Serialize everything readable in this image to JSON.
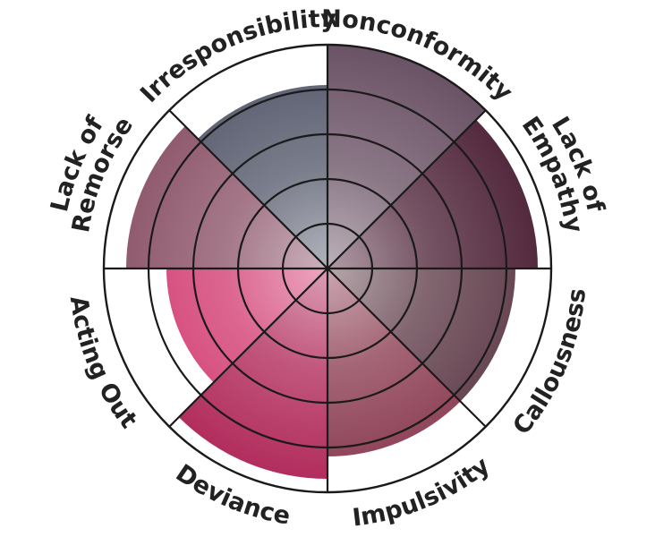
{
  "chart_data": {
    "type": "radial-bar",
    "title": "",
    "categories": [
      "Nonconformity",
      "Lack of Empathy",
      "Callousness",
      "Impulsivity",
      "Deviance",
      "Acting Out",
      "Lack of Remorse",
      "Irresponsibility"
    ],
    "label_lines": [
      [
        "Nonconformity"
      ],
      [
        "Lack of",
        "Empathy"
      ],
      [
        "Callousness"
      ],
      [
        "Impulsivity"
      ],
      [
        "Deviance"
      ],
      [
        "Acting Out"
      ],
      [
        "Lack of",
        "Remorse"
      ],
      [
        "Irresponsibility"
      ]
    ],
    "values": [
      5.0,
      4.7,
      4.2,
      4.2,
      4.7,
      3.6,
      4.5,
      4.1
    ],
    "max": 5,
    "ring_count": 5,
    "grid": true,
    "colors": [
      "#6b5366",
      "#4f2439",
      "#5e3b48",
      "#8a3a50",
      "#b02859",
      "#d23c72",
      "#8c5469",
      "#55596b"
    ]
  }
}
